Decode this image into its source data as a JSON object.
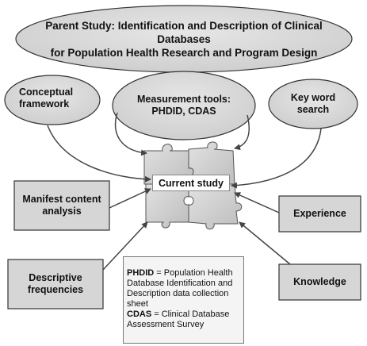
{
  "parent_study": {
    "line1": "Parent Study: Identification and Description of Clinical Databases",
    "line2": "for Population Health Research and Program Design"
  },
  "ellipses": {
    "conceptual": {
      "line1": "Conceptual",
      "line2": "framework"
    },
    "measurement": {
      "line1": "Measurement tools:",
      "line2": "PHDID, CDAS"
    },
    "keyword": {
      "line1": "Key word",
      "line2": "search"
    }
  },
  "boxes": {
    "manifest": {
      "line1": "Manifest content",
      "line2": "analysis"
    },
    "descriptive": {
      "line1": "Descriptive",
      "line2": "frequencies"
    },
    "experience": {
      "label": "Experience"
    },
    "knowledge": {
      "label": "Knowledge"
    }
  },
  "center": {
    "label": "Current study"
  },
  "legend": {
    "phdid_term": "PHDID",
    "phdid_def_1": " = Population Health",
    "phdid_def_2": "Database Identification and",
    "phdid_def_3": "Description data collection",
    "phdid_def_4": "sheet",
    "cdas_term": "CDAS",
    "cdas_def_1": " = Clinical Database",
    "cdas_def_2": "Assessment Survey"
  },
  "colors": {
    "shape_fill": "#d9d9d9",
    "ellipse_fill": "#d8d8d8",
    "box_fill": "#d6d6d6",
    "puzzle_fill": "#cfcfcf",
    "outline": "#333333",
    "arrow": "#444444"
  }
}
